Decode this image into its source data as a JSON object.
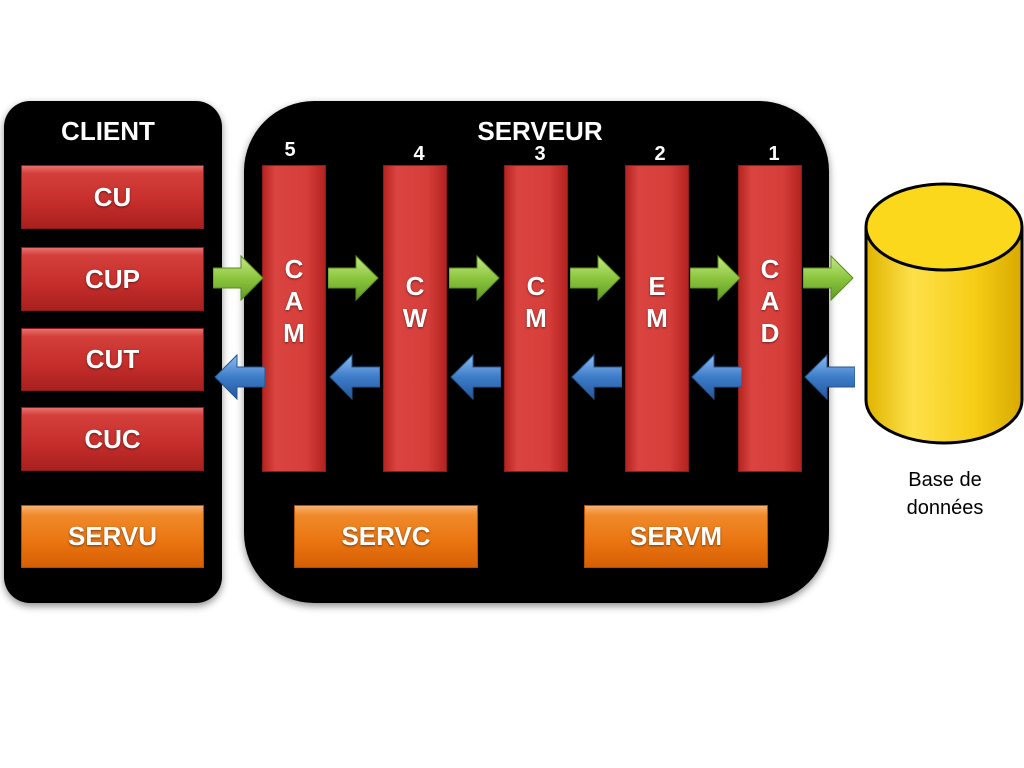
{
  "client": {
    "title": "CLIENT",
    "items": [
      "CU",
      "CUP",
      "CUT",
      "CUC"
    ],
    "service": "SERVU"
  },
  "server": {
    "title": "SERVEUR",
    "columns": [
      {
        "number": "5",
        "label": "C\nA\nM"
      },
      {
        "number": "4",
        "label": "C\nW"
      },
      {
        "number": "3",
        "label": "C\nM"
      },
      {
        "number": "2",
        "label": "E\nM"
      },
      {
        "number": "1",
        "label": "C\nA\nD"
      }
    ],
    "services": [
      "SERVC",
      "SERVM"
    ]
  },
  "database": {
    "caption_line1": "Base de",
    "caption_line2": "données"
  },
  "colors": {
    "panel": "#000000",
    "red_box": "#cc3431",
    "orange_box": "#ee7a1a",
    "request_arrow": "#8cc63f",
    "response_arrow": "#3d7cc9",
    "database": "#f5cd16"
  }
}
